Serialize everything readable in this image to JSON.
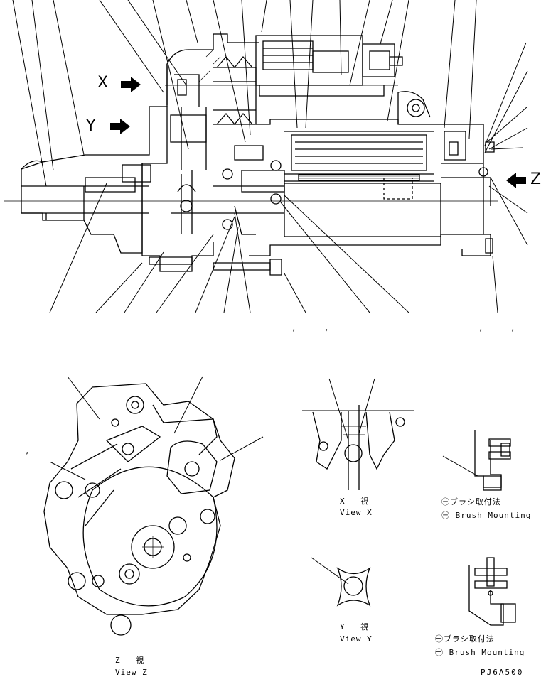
{
  "main_section": {
    "marker_x": "X",
    "marker_y": "Y",
    "marker_z": "Z",
    "commas": [
      ",",
      ",",
      ",",
      ","
    ]
  },
  "view_x": {
    "label_jp": "X 視",
    "label_en": "View X"
  },
  "view_y": {
    "label_jp": "Y 視",
    "label_en": "View Y"
  },
  "view_z": {
    "label_jp": "Z 視",
    "label_en": "View Z"
  },
  "brush_minus": {
    "label_jp": "㊀ブラシ取付法",
    "label_en": "㊀ Brush Mounting"
  },
  "brush_plus": {
    "label_jp": "㊉ブラシ取付法",
    "label_en": "㊉ Brush Mounting"
  },
  "side_comma": ",",
  "drawing_code": "PJ6A500"
}
